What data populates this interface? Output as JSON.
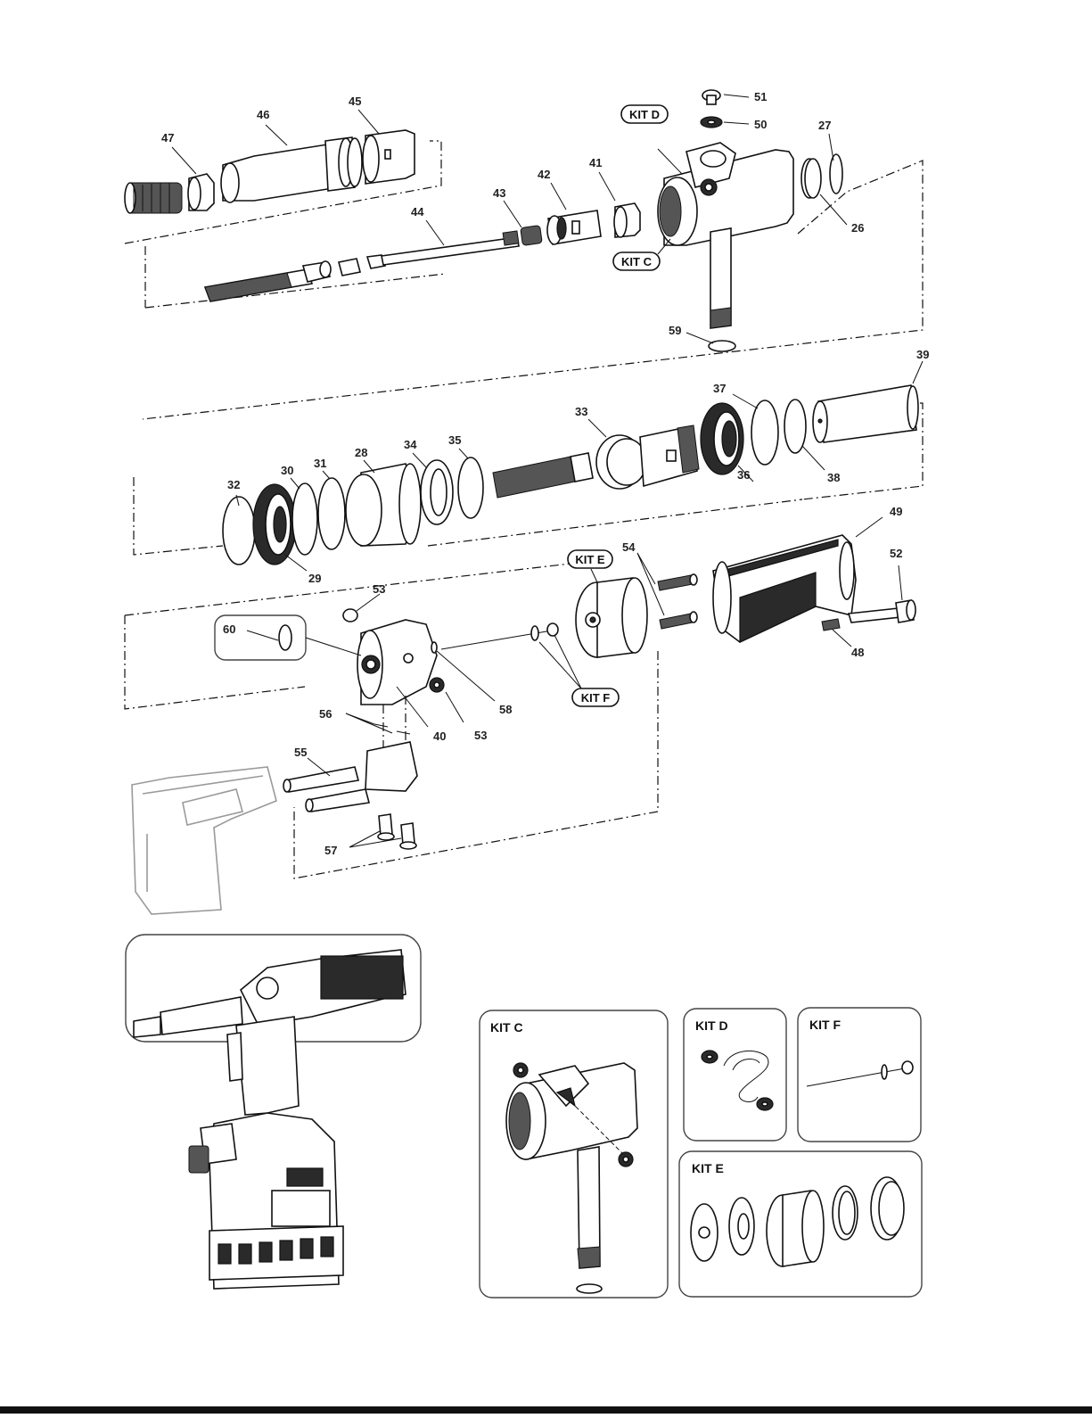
{
  "callouts": [
    {
      "id": "c51",
      "text": "51"
    },
    {
      "id": "c50",
      "text": "50"
    },
    {
      "id": "c27",
      "text": "27"
    },
    {
      "id": "c26",
      "text": "26"
    },
    {
      "id": "c45",
      "text": "45"
    },
    {
      "id": "c46",
      "text": "46"
    },
    {
      "id": "c47",
      "text": "47"
    },
    {
      "id": "c43",
      "text": "43"
    },
    {
      "id": "c42",
      "text": "42"
    },
    {
      "id": "c41",
      "text": "41"
    },
    {
      "id": "c44",
      "text": "44"
    },
    {
      "id": "c59",
      "text": "59"
    },
    {
      "id": "c39",
      "text": "39"
    },
    {
      "id": "c37",
      "text": "37"
    },
    {
      "id": "c33",
      "text": "33"
    },
    {
      "id": "c36",
      "text": "36"
    },
    {
      "id": "c38",
      "text": "38"
    },
    {
      "id": "c35",
      "text": "35"
    },
    {
      "id": "c34",
      "text": "34"
    },
    {
      "id": "c28",
      "text": "28"
    },
    {
      "id": "c31",
      "text": "31"
    },
    {
      "id": "c30",
      "text": "30"
    },
    {
      "id": "c32",
      "text": "32"
    },
    {
      "id": "c29",
      "text": "29"
    },
    {
      "id": "c49",
      "text": "49"
    },
    {
      "id": "c52",
      "text": "52"
    },
    {
      "id": "c54",
      "text": "54"
    },
    {
      "id": "c48",
      "text": "48"
    },
    {
      "id": "c53a",
      "text": "53"
    },
    {
      "id": "c60",
      "text": "60"
    },
    {
      "id": "c58",
      "text": "58"
    },
    {
      "id": "c53b",
      "text": "53"
    },
    {
      "id": "c40",
      "text": "40"
    },
    {
      "id": "c56",
      "text": "56"
    },
    {
      "id": "c55",
      "text": "55"
    },
    {
      "id": "c57",
      "text": "57"
    }
  ],
  "kit_tags": {
    "kit_d": "KIT D",
    "kit_c": "KIT C",
    "kit_e": "KIT E",
    "kit_f": "KIT F"
  },
  "kit_panels": {
    "c": "KIT C",
    "d": "KIT D",
    "f": "KIT F",
    "e": "KIT E"
  }
}
